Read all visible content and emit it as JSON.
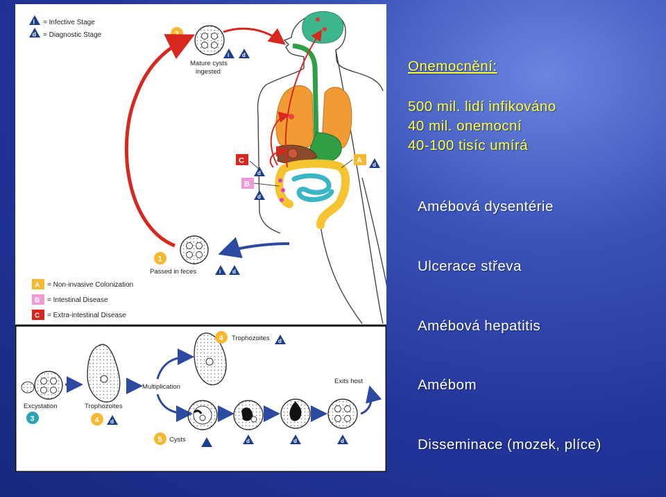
{
  "slide": {
    "heading": "Onemocnění:",
    "stats": [
      "500 mil. lidí infikováno",
      "40 mil. onemocní",
      "40-100 tisíc umírá"
    ],
    "items": [
      "Amébová dysentérie",
      "Ulcerace střeva",
      "Amébová hepatitis",
      "Amébom",
      "Disseminace (mozek, plíce)"
    ]
  },
  "figure": {
    "legend_stage": [
      {
        "badge": "i",
        "label": "= Infective Stage"
      },
      {
        "badge": "d",
        "label": "= Diagnostic Stage"
      }
    ],
    "legend_disease": [
      {
        "badge": "A",
        "label": "= Non-invasive Colonization",
        "color": "#f5b82e"
      },
      {
        "badge": "B",
        "label": "= Intestinal Disease",
        "color": "#f09ad8"
      },
      {
        "badge": "C",
        "label": "= Extra-intestinal Disease",
        "color": "#d8271e"
      }
    ],
    "steps": {
      "s1": {
        "num": "1",
        "label": "Passed in feces"
      },
      "s2": {
        "num": "2",
        "label_line1": "Mature cysts",
        "label_line2": "ingested"
      },
      "s3": {
        "num": "3",
        "label": "Excystation"
      },
      "s4a": {
        "num": "4",
        "label": "Trophozoites"
      },
      "s4b": {
        "num": "4",
        "label": "Trophozoites"
      },
      "s5": {
        "num": "5",
        "label": "Cysts"
      }
    },
    "multiplication": "Multiplication",
    "exits_host": "Exits host",
    "body_badges": {
      "a": "A",
      "b": "B",
      "c": "C",
      "i": "i",
      "d": "d"
    },
    "colors": {
      "step_circle": "#f5b82e",
      "arrow_red": "#d8271e",
      "arrow_blue": "#2b4aa0",
      "badge_blue": "#1b3f8b"
    }
  }
}
